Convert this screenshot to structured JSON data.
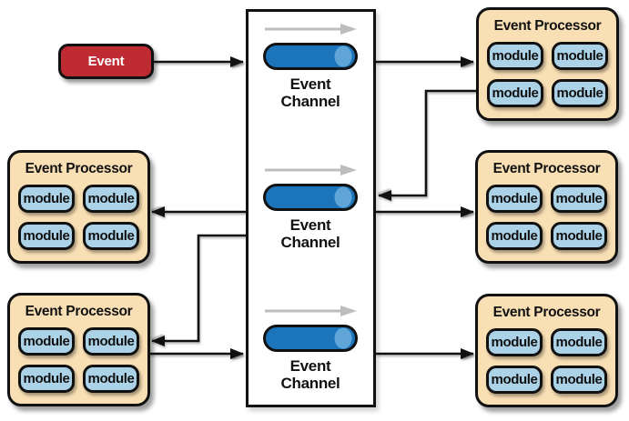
{
  "event": {
    "label": "Event"
  },
  "channel_box": {
    "channels": [
      {
        "line1": "Event",
        "line2": "Channel"
      },
      {
        "line1": "Event",
        "line2": "Channel"
      },
      {
        "line1": "Event",
        "line2": "Channel"
      }
    ]
  },
  "processors": [
    {
      "position": "top-right",
      "title": "Event Processor",
      "modules": [
        "module",
        "module",
        "module",
        "module"
      ]
    },
    {
      "position": "middle-left",
      "title": "Event Processor",
      "modules": [
        "module",
        "module",
        "module",
        "module"
      ]
    },
    {
      "position": "middle-right",
      "title": "Event Processor",
      "modules": [
        "module",
        "module",
        "module",
        "module"
      ]
    },
    {
      "position": "bottom-left",
      "title": "Event Processor",
      "modules": [
        "module",
        "module",
        "module",
        "module"
      ]
    },
    {
      "position": "bottom-right",
      "title": "Event Processor",
      "modules": [
        "module",
        "module",
        "module",
        "module"
      ]
    }
  ],
  "colors": {
    "event_fill": "#be2b33",
    "processor_fill": "#f9dfb4",
    "module_fill": "#acd2e8",
    "cylinder_fill": "#1c74bb",
    "cylinder_cap": "#5fa5d8",
    "flow_arrow_gray": "#bdbdbd",
    "connector_black": "#111111"
  }
}
